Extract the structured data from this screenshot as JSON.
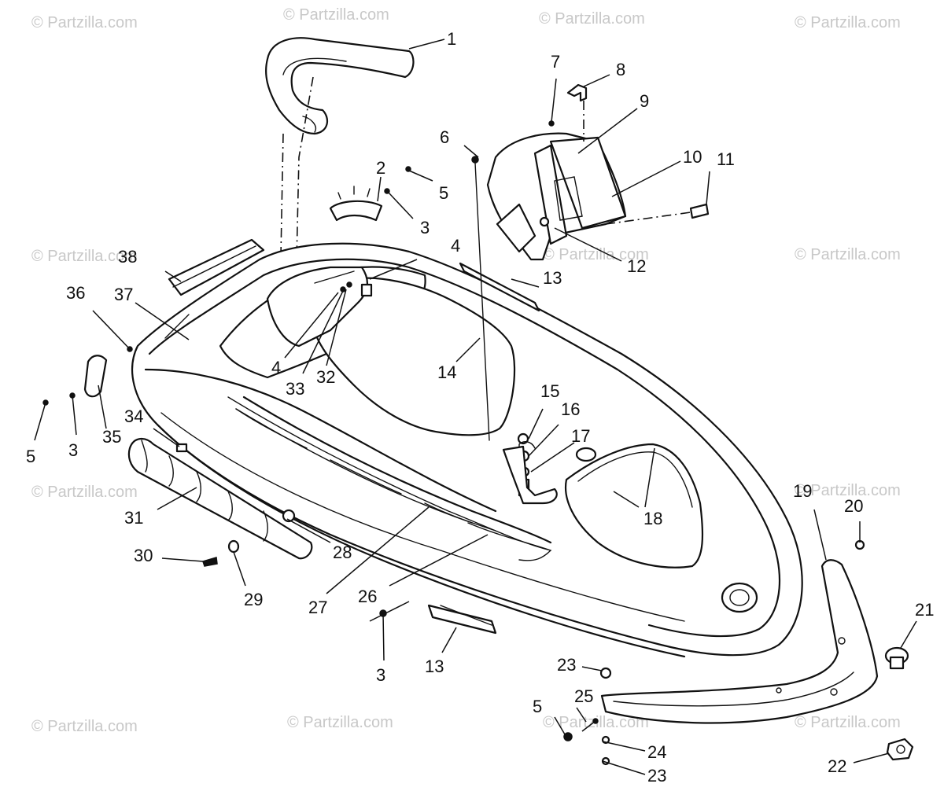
{
  "diagram": {
    "watermark": "© Partzilla.com",
    "callouts": {
      "c1": "1",
      "c2": "2",
      "c3a": "3",
      "c3b": "3",
      "c3c": "3",
      "c4a": "4",
      "c4b": "4",
      "c5a": "5",
      "c5b": "5",
      "c5c": "5",
      "c6": "6",
      "c7": "7",
      "c8": "8",
      "c9": "9",
      "c10": "10",
      "c11": "11",
      "c12": "12",
      "c13a": "13",
      "c13b": "13",
      "c14": "14",
      "c15": "15",
      "c16": "16",
      "c17": "17",
      "c18": "18",
      "c19": "19",
      "c20": "20",
      "c21": "21",
      "c22": "22",
      "c23a": "23",
      "c23b": "23",
      "c24": "24",
      "c25": "25",
      "c26": "26",
      "c27": "27",
      "c28": "28",
      "c29": "29",
      "c30": "30",
      "c31": "31",
      "c32": "32",
      "c33": "33",
      "c34": "34",
      "c35": "35",
      "c36": "36",
      "c37": "37",
      "c38": "38"
    }
  }
}
